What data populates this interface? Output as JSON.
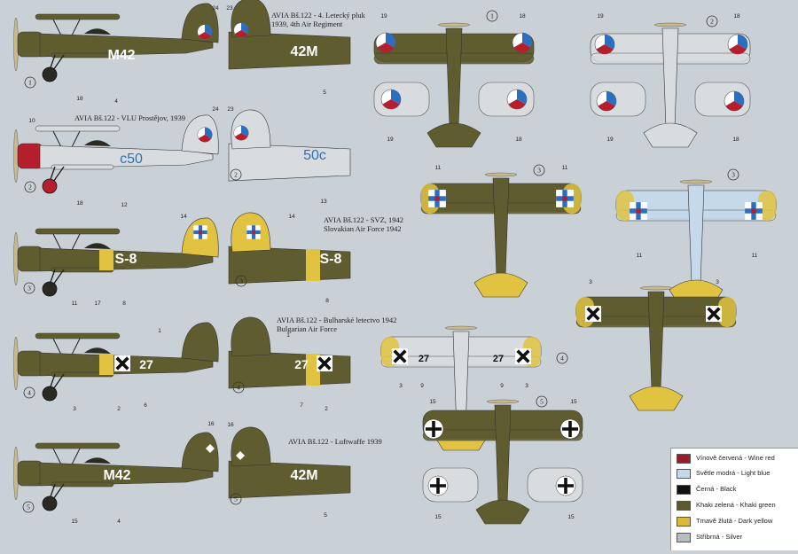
{
  "captions": [
    {
      "line1": "AVIA Bš.122 - 4. Letecký pluk",
      "line2": "1939, 4th Air Regiment"
    },
    {
      "line1": "AVIA Bš.122 - VLU Prostějov, 1939",
      "line2": ""
    },
    {
      "line1": "AVIA Bš.122 - SVZ, 1942",
      "line2": "Slovakian Air Force 1942"
    },
    {
      "line1": "AVIA Bš.122 - Bulharské letectvo 1942",
      "line2": "Bulgarian Air Force"
    },
    {
      "line1": "AVIA Bš.122 - Luftwaffe 1939",
      "line2": ""
    }
  ],
  "circled": [
    "1",
    "2",
    "3",
    "4",
    "5"
  ],
  "codes": {
    "p1_left": "M42",
    "p1_right": "42M",
    "p2_left": "c50",
    "p2_right": "50c",
    "p3_left": "S-8",
    "p3_right": "S-8",
    "p4_left": "27",
    "p4_right": "27",
    "p5_left": "M42",
    "p5_right": "42M",
    "v4_left": "27",
    "v4_right": "27"
  },
  "callouts": {
    "n1": "1",
    "n2": "2",
    "n3": "3",
    "n4": "4",
    "n5": "5",
    "n6": "6",
    "n7": "7",
    "n8": "8",
    "n9": "9",
    "n10": "10",
    "n11": "11",
    "n12": "12",
    "n13": "13",
    "n14": "14",
    "n15": "15",
    "n16": "16",
    "n17": "17",
    "n18": "18",
    "n19": "19",
    "n23": "23",
    "n24": "24"
  },
  "legend": [
    {
      "label": "Vínově červená - Wine red",
      "color": "#9c1c2e"
    },
    {
      "label": "Světle modrá - Light blue",
      "color": "#c5d9ea"
    },
    {
      "label": "Černá - Black",
      "color": "#111111"
    },
    {
      "label": "Khaki zelená - Khaki green",
      "color": "#5c5a2c"
    },
    {
      "label": "Tmavě žlutá - Dark yellow",
      "color": "#d9b83a"
    },
    {
      "label": "Stříbrná - Silver",
      "color": "#b8bcbf"
    }
  ],
  "colors": {
    "khaki": "#5f5d2f",
    "khaki_dark": "#45431f",
    "silver": "#d9dcdf",
    "silver_dark": "#a9adb0",
    "yellow": "#e1c341",
    "red": "#b51e2d",
    "blue": "#2a6fc0",
    "white": "#ffffff",
    "black": "#111111"
  }
}
